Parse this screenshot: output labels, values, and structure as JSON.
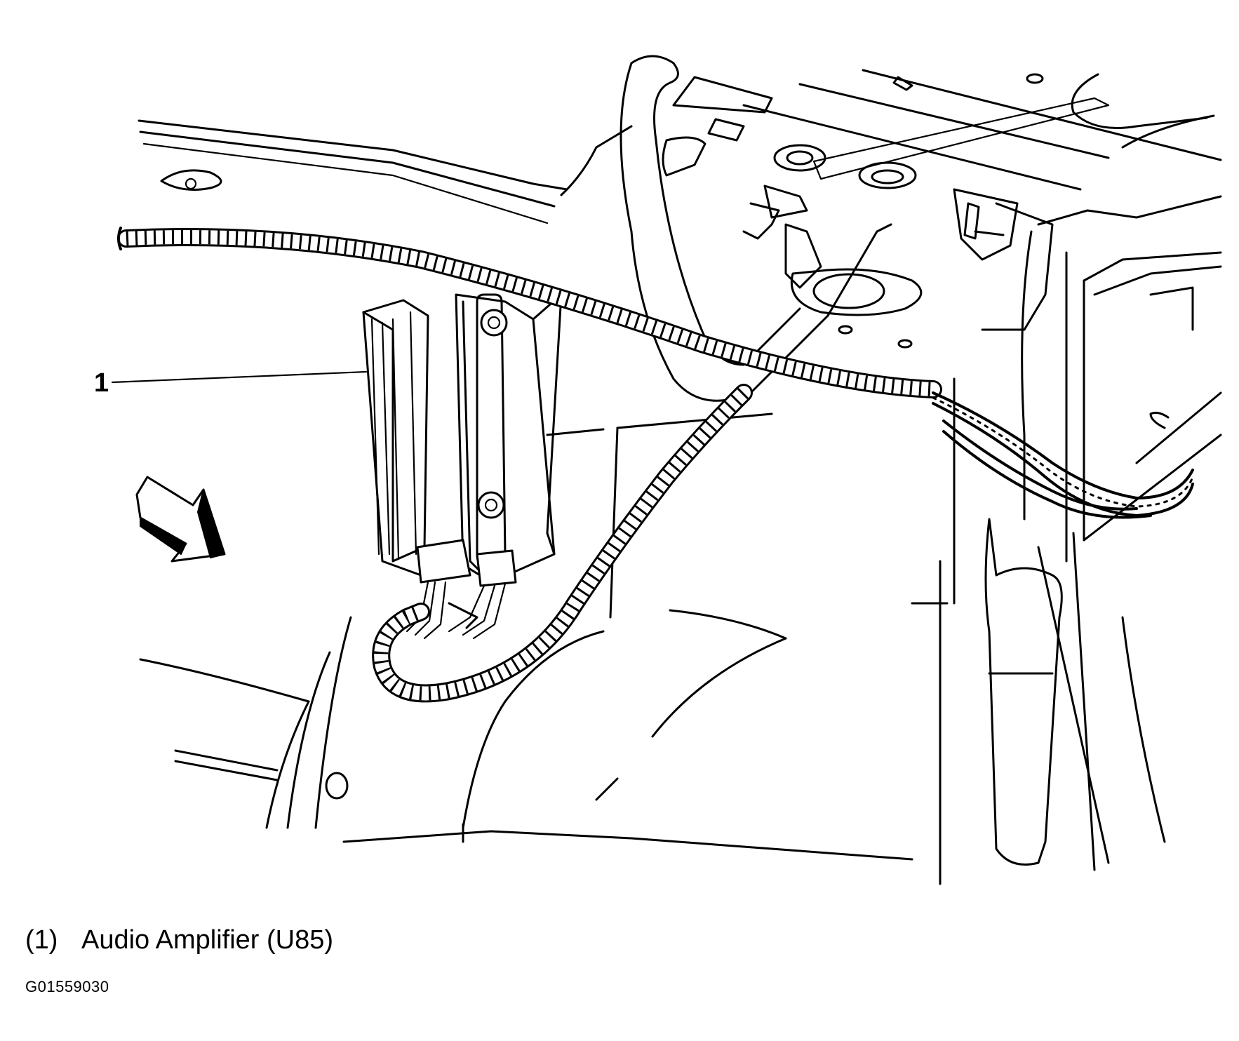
{
  "diagram": {
    "callouts": [
      {
        "number": "1"
      }
    ],
    "legend": [
      {
        "number": "(1)",
        "label": "Audio Amplifier (U85)"
      }
    ],
    "figure_id": "G01559030"
  }
}
